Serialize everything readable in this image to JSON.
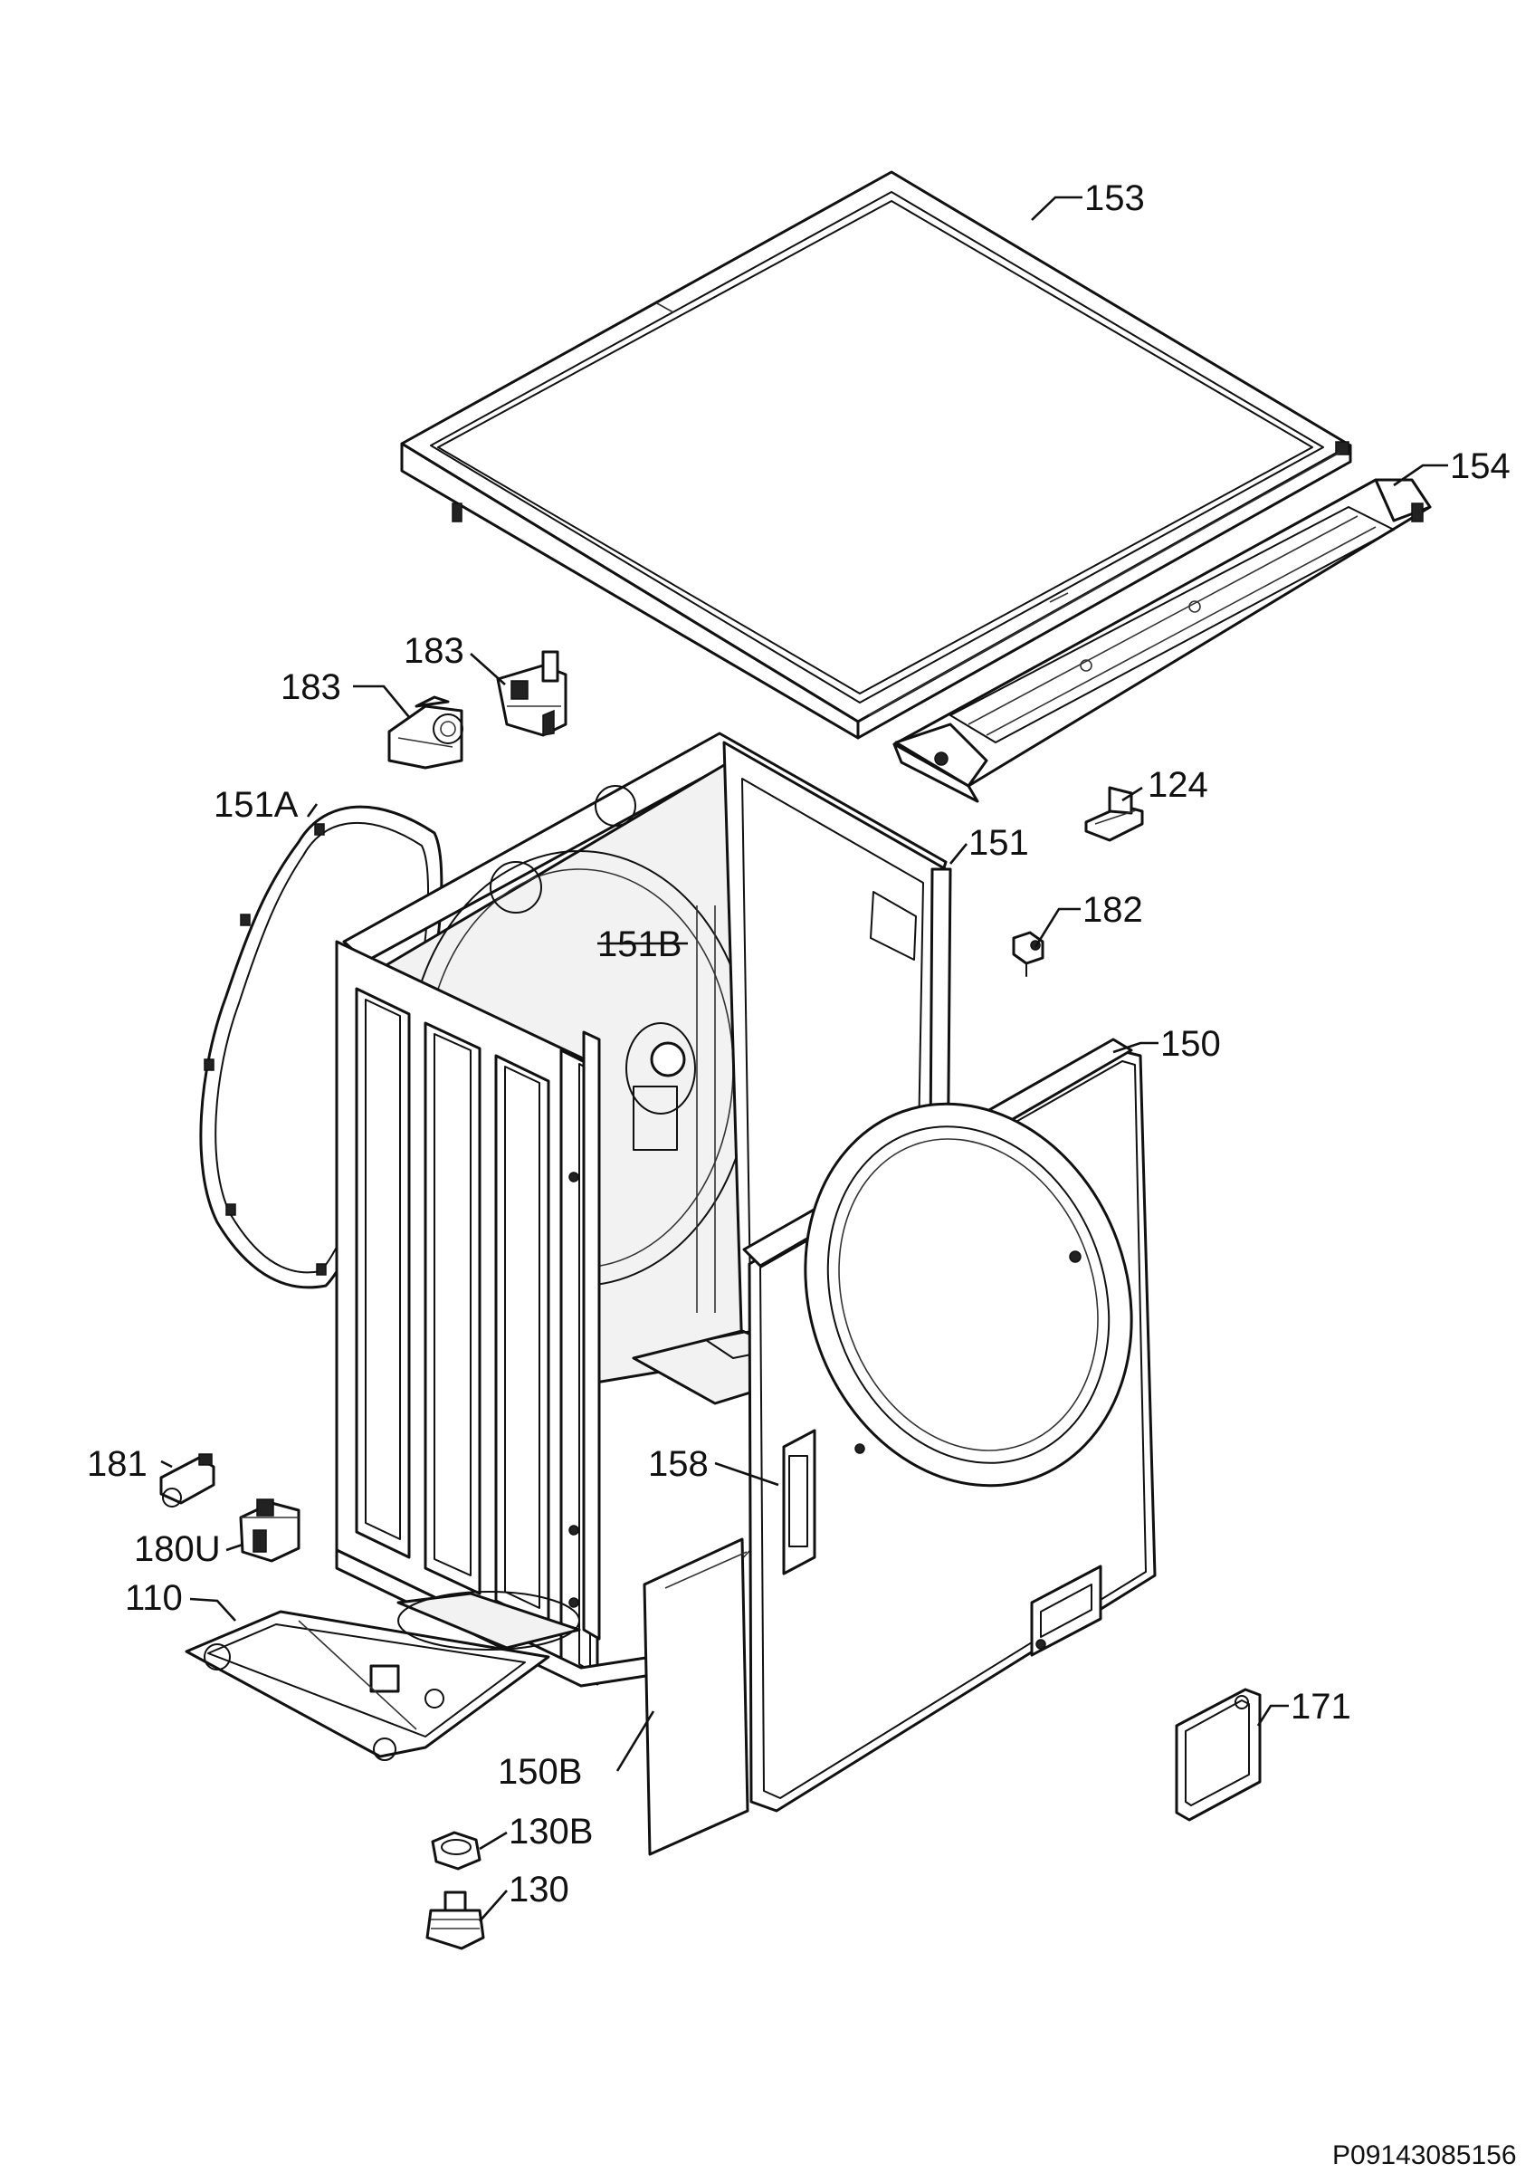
{
  "diagram": {
    "labels": [
      {
        "id": "153",
        "text": "153"
      },
      {
        "id": "154",
        "text": "154"
      },
      {
        "id": "183a",
        "text": "183"
      },
      {
        "id": "183b",
        "text": "183"
      },
      {
        "id": "124",
        "text": "124"
      },
      {
        "id": "151A",
        "text": "151A"
      },
      {
        "id": "151",
        "text": "151"
      },
      {
        "id": "182",
        "text": "182"
      },
      {
        "id": "151B",
        "text": "151B"
      },
      {
        "id": "150",
        "text": "150"
      },
      {
        "id": "181",
        "text": "181"
      },
      {
        "id": "158",
        "text": "158"
      },
      {
        "id": "180U",
        "text": "180U"
      },
      {
        "id": "110",
        "text": "110"
      },
      {
        "id": "171",
        "text": "171"
      },
      {
        "id": "150B",
        "text": "150B"
      },
      {
        "id": "130B",
        "text": "130B"
      },
      {
        "id": "130",
        "text": "130"
      }
    ],
    "drawing_code": "P09143085156"
  }
}
